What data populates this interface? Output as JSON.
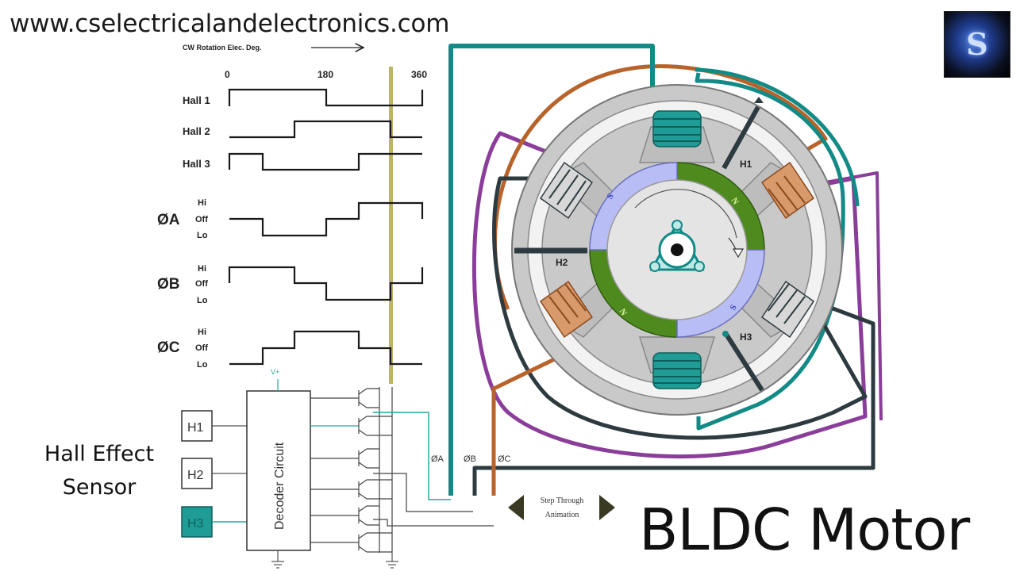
{
  "site_url": "www.cselectricalandelectronics.com",
  "logo_letter": "S",
  "timing": {
    "rotation_label": "CW Rotation Elec. Deg.",
    "ticks": [
      "0",
      "180",
      "360"
    ],
    "hall_rows": [
      "Hall 1",
      "Hall 2",
      "Hall 3"
    ],
    "phase_rows": [
      {
        "symbol": "ØA",
        "levels": [
          "Hi",
          "Off",
          "Lo"
        ]
      },
      {
        "symbol": "ØB",
        "levels": [
          "Hi",
          "Off",
          "Lo"
        ]
      },
      {
        "symbol": "ØC",
        "levels": [
          "Hi",
          "Off",
          "Lo"
        ]
      }
    ]
  },
  "circuit": {
    "supply": "V+",
    "decoder": "Decoder Circuit",
    "sensors": [
      "H1",
      "H2",
      "H3"
    ],
    "phase_taps": [
      "ØA",
      "ØB",
      "ØC"
    ],
    "active_sensor": "H3"
  },
  "motor": {
    "sensor_labels": [
      "H1",
      "H2",
      "H3"
    ],
    "pole_labels": [
      "S",
      "N",
      "N",
      "S"
    ]
  },
  "step_control": {
    "line1": "Step Through",
    "line2": "Animation"
  },
  "hall_sensor_label": [
    "Hall Effect",
    "Sensor"
  ],
  "title": "BLDC Motor",
  "colors": {
    "phase_a": "#128a86",
    "phase_b": "#2d3b40",
    "phase_c": "#b9632b",
    "purple_wire": "#8a3e9a",
    "cursor": "#bdb46a",
    "rotor_green": "#4f8a1e",
    "rotor_blue": "#b9bdf5",
    "stator_gray": "#c9c9c9"
  }
}
